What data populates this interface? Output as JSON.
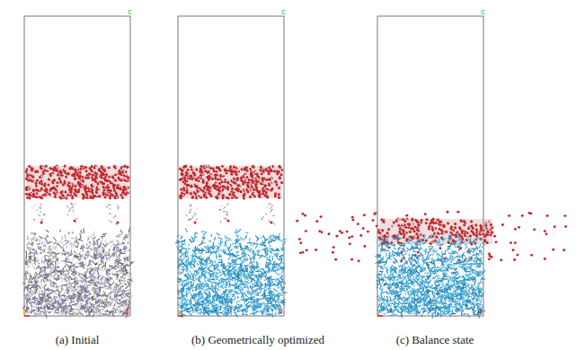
{
  "diagram": {
    "labels": [
      "c",
      "c",
      "c",
      "a",
      "a",
      "a",
      "(a) Initial",
      "(b) Geometrically optimized",
      "(c) Balance state"
    ]
  }
}
